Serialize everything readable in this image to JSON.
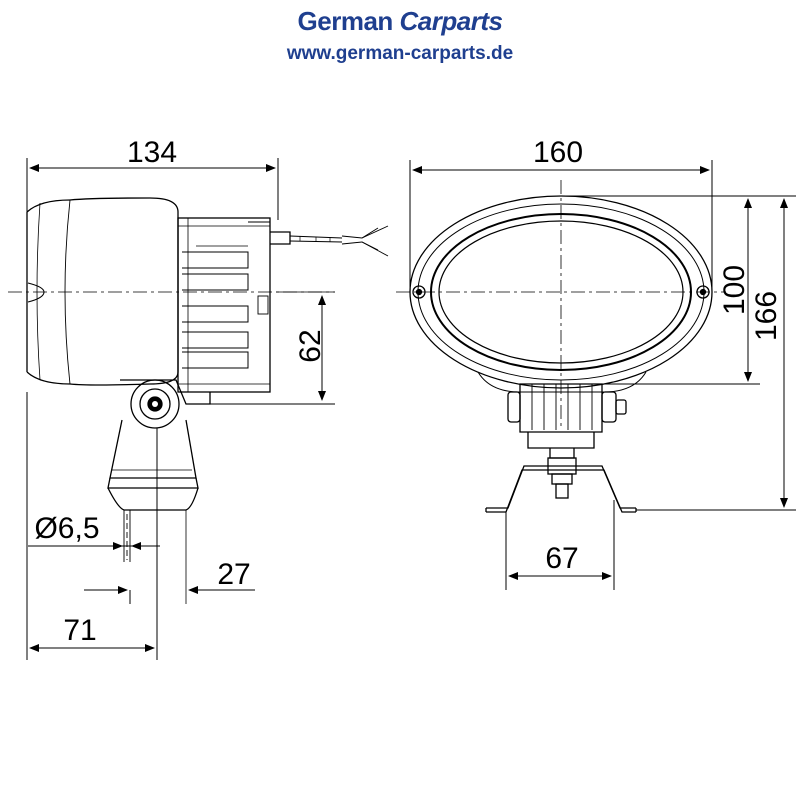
{
  "header": {
    "brand_word1": "German",
    "brand_word2": "Carparts",
    "website": "www.german-carparts.de"
  },
  "dimensions": {
    "side_length": "134",
    "housing_offset": "62",
    "bolt_diameter": "Ø6,5",
    "base_width": "27",
    "base_offset": "71",
    "front_width": "160",
    "lens_height": "100",
    "total_height": "166",
    "bracket_width": "67"
  },
  "colors": {
    "brand": "#1f3f8f",
    "line": "#000000"
  }
}
